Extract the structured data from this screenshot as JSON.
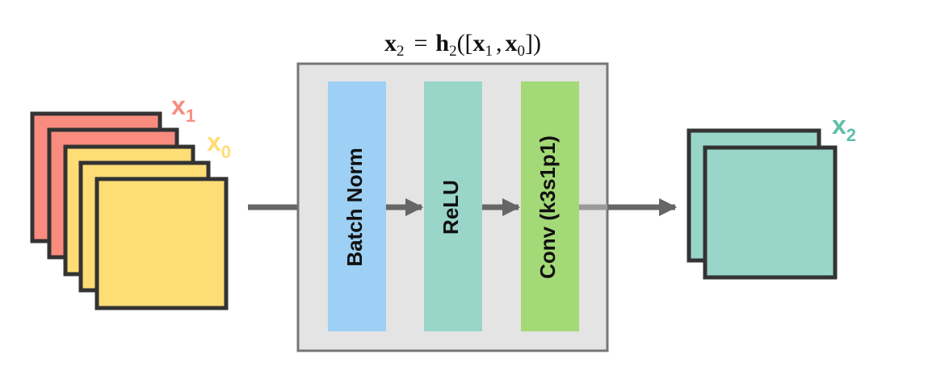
{
  "formula": {
    "lhs": "x",
    "lhs_sub": "2",
    "eq": "=",
    "func": "h",
    "func_sub": "2",
    "open": "([",
    "arg1": "x",
    "arg1_sub": "1",
    "comma": ",",
    "arg2": "x",
    "arg2_sub": "0",
    "close": "])"
  },
  "inputs": {
    "x1_label": "x",
    "x1_sub": "1",
    "x0_label": "x",
    "x0_sub": "0"
  },
  "block": {
    "layers": [
      {
        "label": "Batch Norm",
        "color": "#9dd0f4"
      },
      {
        "label": "ReLU",
        "color": "#99d5c9"
      },
      {
        "label": "Conv (k3s1p1)",
        "color": "#a4d977"
      }
    ]
  },
  "output": {
    "x2_label": "x",
    "x2_sub": "2"
  },
  "colors": {
    "x1": "#fa8c7f",
    "x0": "#ffdd75",
    "x2": "#99d5c9",
    "block_bg": "#e4e4e4",
    "stroke": "#333333",
    "arrow": "#666666"
  }
}
